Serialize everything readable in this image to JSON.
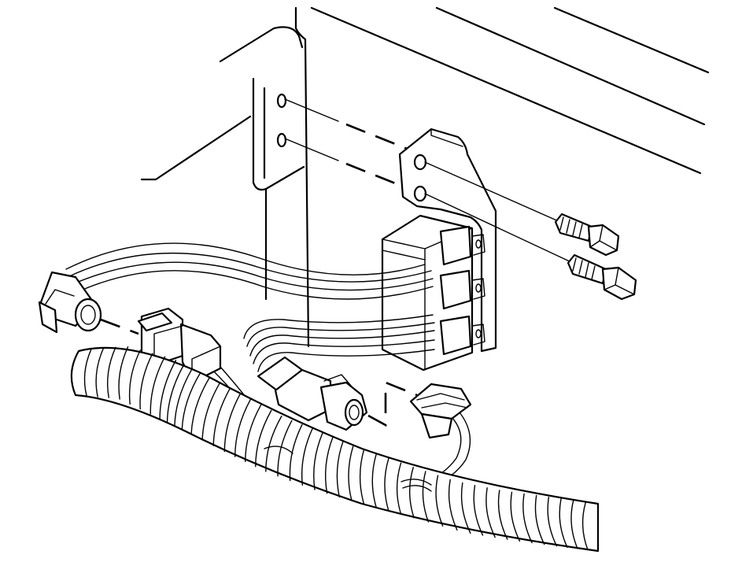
{
  "diagram": {
    "style": "black line art on white",
    "components": {
      "panel": "mounting-panel",
      "bracket": "relay-bracket",
      "relay_block": "relay-block",
      "bolts": [
        "bolt-upper",
        "bolt-lower"
      ],
      "connectors": [
        "left-round-connector",
        "mid-inline-connector",
        "center-connector",
        "right-connector"
      ],
      "conduit": "corrugated-harness-conduit"
    }
  },
  "colors": {
    "line": "#000000",
    "background": "#ffffff"
  }
}
